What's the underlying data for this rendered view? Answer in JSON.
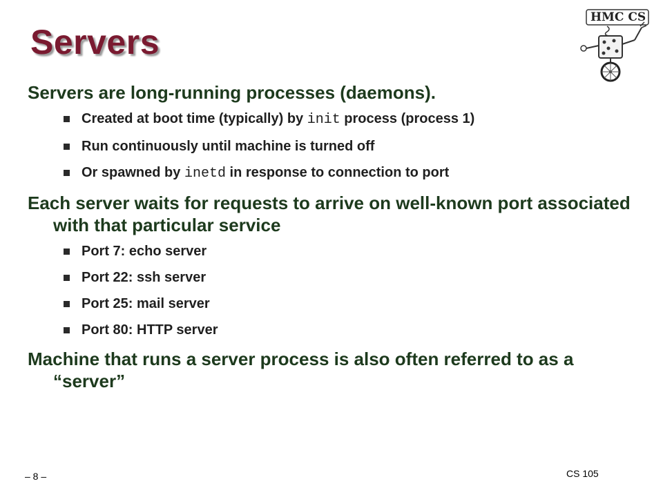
{
  "slide": {
    "title": "Servers",
    "page_number": "– 8 –",
    "course": "CS 105"
  },
  "logo": {
    "text": "HMC CS",
    "icon": "robot-unicycle-logo-icon"
  },
  "points": [
    {
      "heading": "Servers are long-running processes (daemons).",
      "items": [
        {
          "before": "Created at boot time (typically) by ",
          "code": "init",
          "after": " process (process 1)"
        },
        {
          "before": "Run continuously until machine is turned off",
          "code": "",
          "after": ""
        },
        {
          "before": "Or spawned by ",
          "code": "inetd",
          "after": " in response to connection to port"
        }
      ]
    },
    {
      "heading": "Each server waits for requests to arrive on well-known port associated with that particular service",
      "items": [
        {
          "before": "Port 7: echo server",
          "code": "",
          "after": ""
        },
        {
          "before": "Port 22: ssh server",
          "code": "",
          "after": ""
        },
        {
          "before": "Port 25: mail server",
          "code": "",
          "after": ""
        },
        {
          "before": "Port 80: HTTP server",
          "code": "",
          "after": ""
        }
      ]
    },
    {
      "heading": "Machine that runs a server process is also often referred to as a “server”",
      "items": []
    }
  ],
  "colors": {
    "title": "#7a1a30",
    "heading": "#1d3a1d",
    "body": "#1f1f1f"
  }
}
